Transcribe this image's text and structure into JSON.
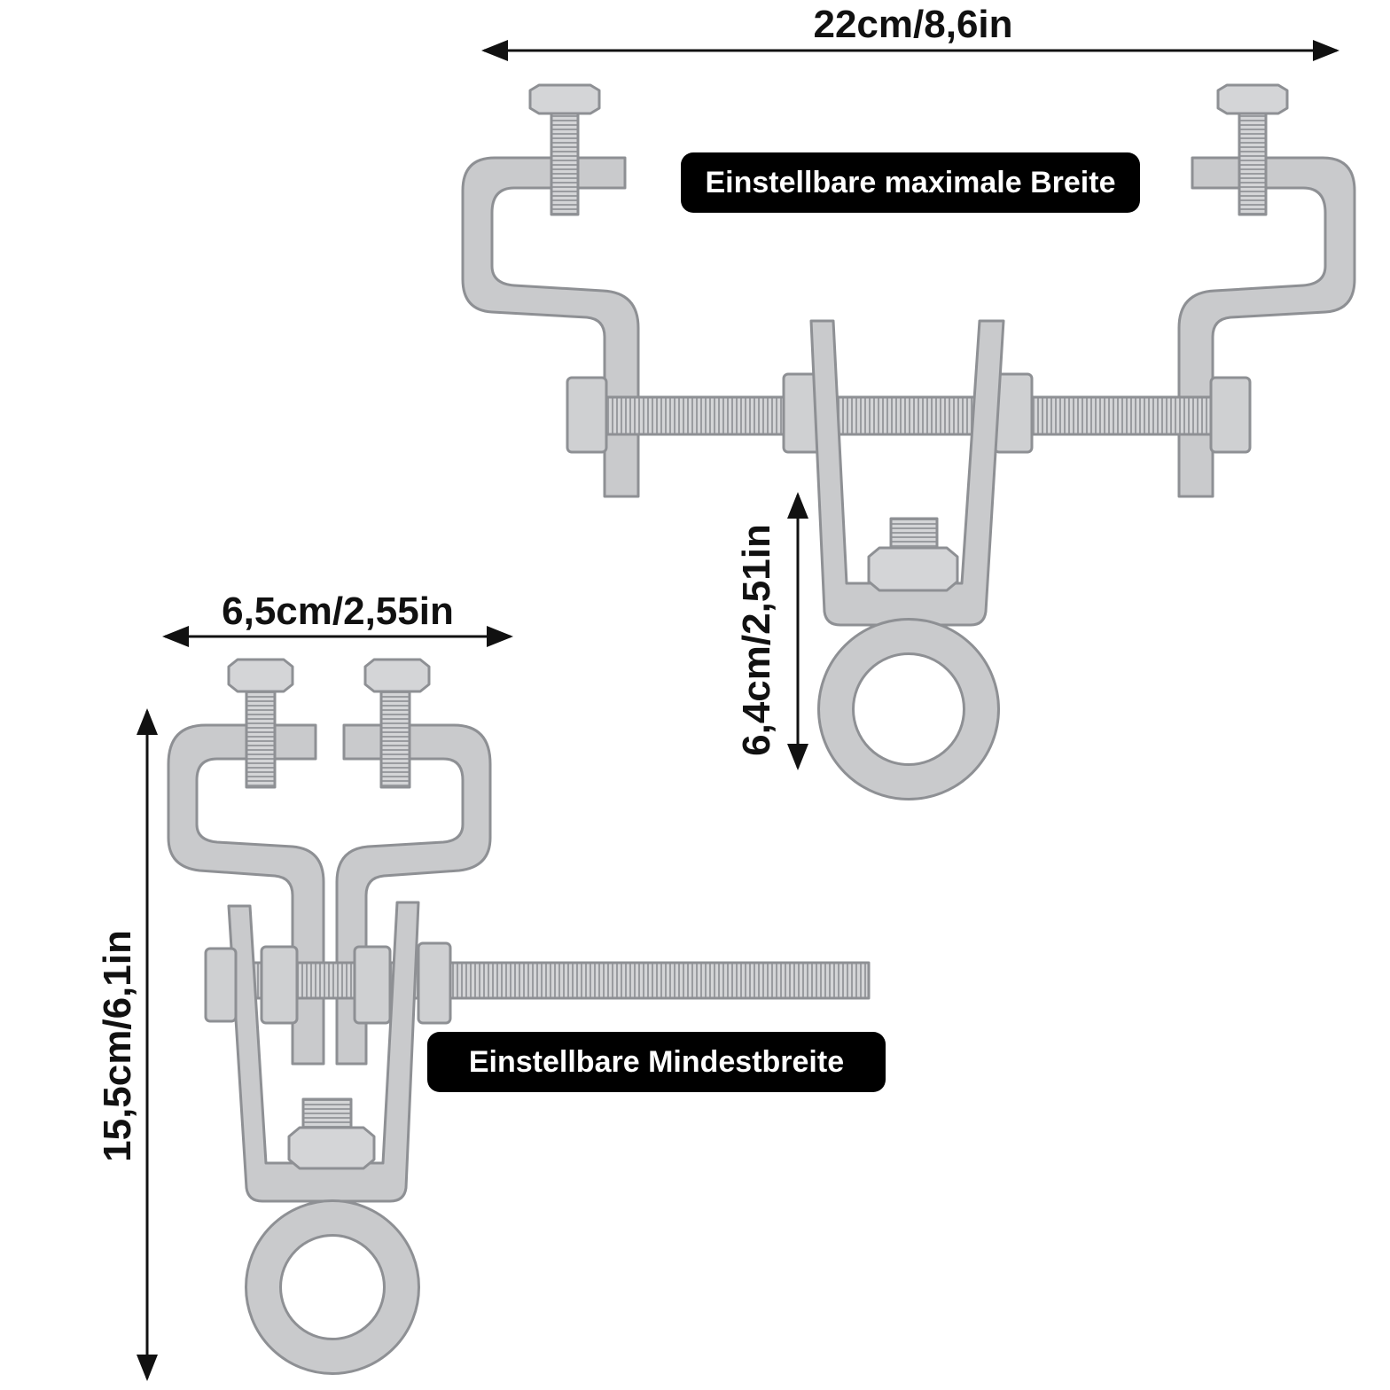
{
  "dimensions": {
    "top_width": "22cm/8,6in",
    "eye_height": "6,4cm/2,51in",
    "min_width": "6,5cm/2,55in",
    "total_height": "15,5cm/6,1in"
  },
  "labels": {
    "max_width": "Einstellbare maximale Breite",
    "min_width": "Einstellbare Mindestbreite"
  },
  "colors": {
    "metal": "#c9cacc",
    "metal_edge": "#8e9094",
    "ink": "#111111",
    "label_bg": "#000000",
    "label_text": "#ffffff"
  }
}
